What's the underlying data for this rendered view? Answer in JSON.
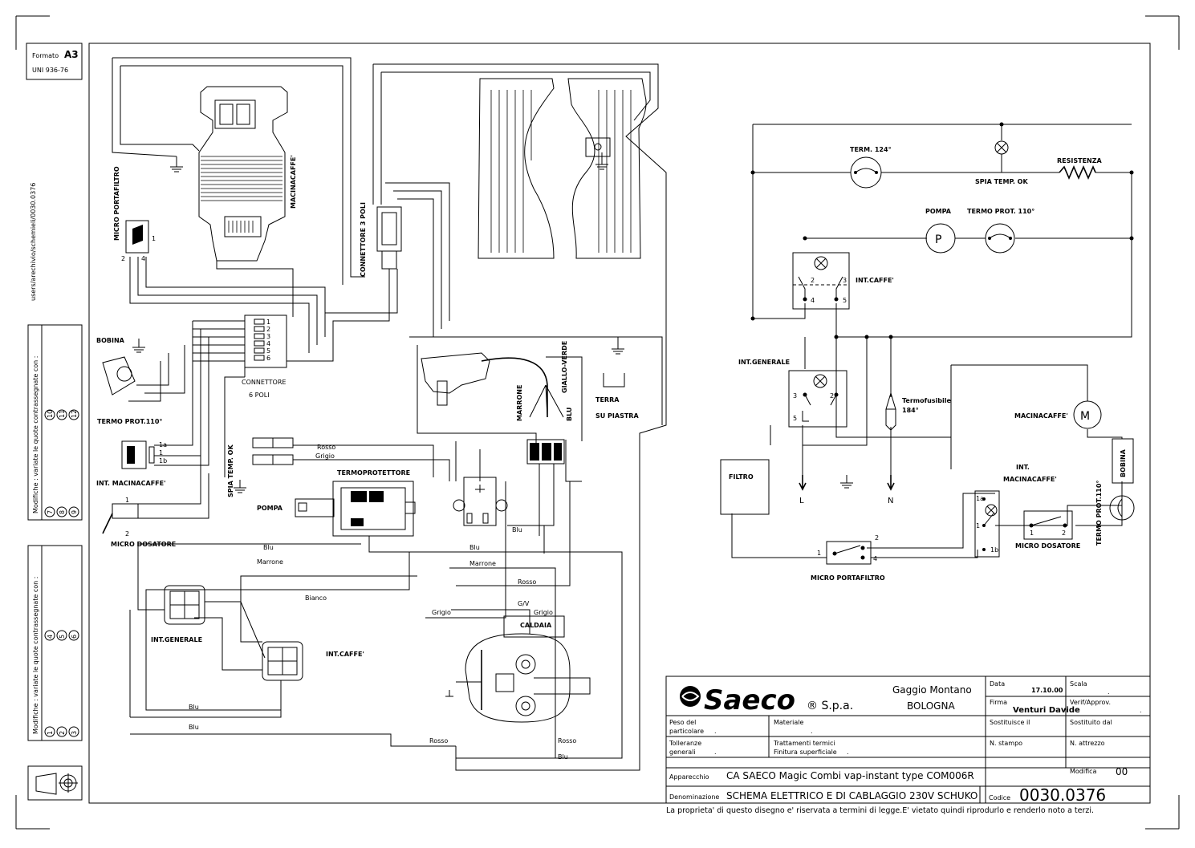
{
  "margin_box": {
    "format_label": "Formato",
    "format_value": "A3",
    "standard": "UNI 936-76",
    "file_path": "users/arechivio/schemieli/0030.0376",
    "revision_label_a": "Modifiche : variate le quote contrassegnate con :",
    "revision_numbers_a": [
      "10",
      "11",
      "12",
      "7",
      "8",
      "9"
    ],
    "revision_label_b": "Modifiche : variate le quote contrassegnate con :",
    "revision_numbers_b": [
      "4",
      "5",
      "6",
      "1",
      "2",
      "3"
    ]
  },
  "wiring": {
    "motor_label": "MACINACAFFE'",
    "micro_portafiltro": "MICRO PORTAFILTRO",
    "connettore_3": "CONNETTORE 3 POLI",
    "bobina": "BOBINA",
    "termo_prot": "TERMO PROT.110°",
    "connettore_6_a": "CONNETTORE",
    "connettore_6_b": "6 POLI",
    "pins": [
      "1",
      "2",
      "3",
      "4",
      "5",
      "6"
    ],
    "int_macinacaffe": "INT. MACINACAFFE'",
    "micro_dosatore": "MICRO DOSATORE",
    "spia_temp": "SPIA TEMP. OK",
    "termoprotettore": "TERMOPROTETTORE",
    "pompa": "POMPA",
    "marrone": "MARRONE",
    "giallo_verde": "GIALLO-VERDE",
    "blu": "BLU",
    "terra_a": "TERRA",
    "terra_b": "SU PIASTRA",
    "int_generale": "INT.GENERALE",
    "int_caffe": "INT.CAFFE'",
    "caldaia": "CALDAIA",
    "wire_rosso": "Rosso",
    "wire_grigio": "Grigio",
    "wire_blu": "Blu",
    "wire_marrone": "Marrone",
    "wire_bianco": "Bianco",
    "wire_gv": "G/V",
    "pin_1a": "1a",
    "pin_1": "1",
    "pin_1b": "1b",
    "pin_2": "2",
    "pin_4": "4"
  },
  "schematic": {
    "term124": "TERM. 124°",
    "spia": "SPIA TEMP. OK",
    "resistenza": "RESISTENZA",
    "pompa": "POMPA",
    "termo110": "TERMO PROT. 110°",
    "pump_letter": "P",
    "int_caffe": "INT.CAFFE'",
    "int_generale": "INT.GENERALE",
    "termofusibile_a": "Termofusibile",
    "termofusibile_b": "184°",
    "filtro": "FILTRO",
    "L": "L",
    "N": "N",
    "macinacaffe": "MACINACAFFE'",
    "motor_letter": "M",
    "bobina": "BOBINA",
    "int_mac_a": "INT.",
    "int_mac_b": "MACINACAFFE'",
    "micro_dosatore": "MICRO DOSATORE",
    "termo_prot_v": "TERMO PROT.110°",
    "micro_portafiltro": "MICRO PORTAFILTRO",
    "nums": [
      "1",
      "2",
      "3",
      "4",
      "5"
    ]
  },
  "title_block": {
    "brand": "Saeco",
    "brand_suffix": "® S.p.a.",
    "city": "Gaggio Montano",
    "province": "BOLOGNA",
    "data_label": "Data",
    "data_value": "17.10.00",
    "scala_label": "Scala",
    "scala_value": ".",
    "firma_label": "Firma",
    "firma_value": "Venturi Davide",
    "verif_label": "Verif/Approv.",
    "verif_value": ".",
    "peso_label_a": "Peso del",
    "peso_label_b": "particolare",
    "peso_value": ".",
    "materiale_label": "Materiale",
    "materiale_value": ".",
    "sostituisce_label": "Sostituisce il",
    "sostituito_label": "Sostituito dal",
    "tolleranze_a": "Tolleranze",
    "tolleranze_b": "generali",
    "tolleranze_value": ".",
    "trattamenti": "Trattamenti termici",
    "finitura": "Finitura superficiale",
    "finitura_value": ".",
    "stampo_label": "N. stampo",
    "attrezzo_label": "N. attrezzo",
    "apparecchio_label": "Apparecchio",
    "apparecchio_value": "CA SAECO Magic Combi vap-instant type COM006R",
    "modifica_label": "Modifica",
    "modifica_value": "00",
    "denominazione_label": "Denominazione",
    "denominazione_value": "SCHEMA ELETTRICO E DI CABLAGGIO 230V SCHUKO",
    "codice_label": "Codice",
    "codice_value": "0030.0376",
    "footer": "La proprieta' di questo disegno e' riservata a termini di legge.E' vietato quindi riprodurlo e renderlo noto a terzi."
  }
}
